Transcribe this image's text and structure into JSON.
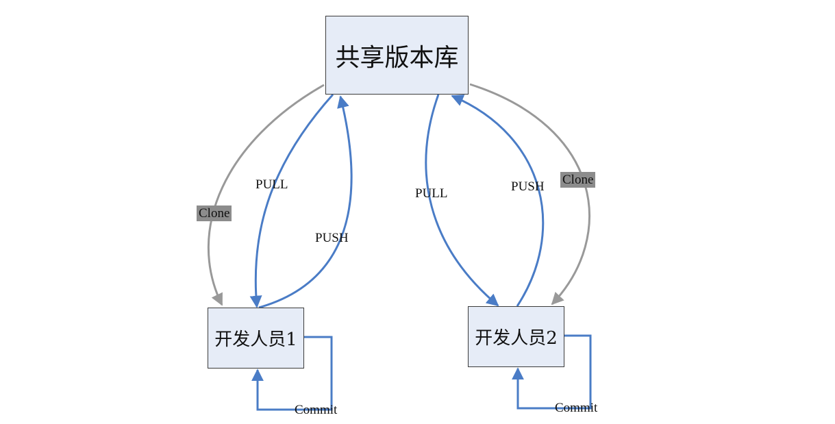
{
  "nodes": {
    "repo": "共享版本库",
    "dev1": "开发人员1",
    "dev2": "开发人员2"
  },
  "labels": {
    "clone_left": "Clone",
    "pull_left": "PULL",
    "push_left": "PUSH",
    "commit_left": "Commit",
    "pull_right": "PULL",
    "push_right": "PUSH",
    "clone_right": "Clone",
    "commit_right": "Commit"
  },
  "colors": {
    "pull_push": "#4a7cc6",
    "clone": "#999999",
    "box_fill": "#e6ecf7",
    "box_border": "#3a3a3a",
    "clone_label_bg": "#8c8c8c"
  }
}
